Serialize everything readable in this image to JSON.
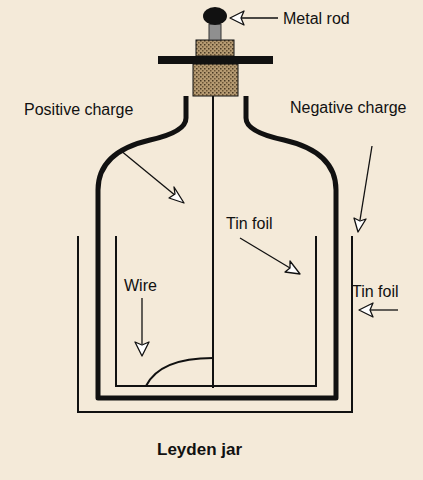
{
  "diagram": {
    "caption": "Leyden jar",
    "labels": [
      "Metal rod",
      "Positive charge",
      "Negative charge",
      "Tin foil",
      "Tin foil",
      "Wire"
    ]
  }
}
